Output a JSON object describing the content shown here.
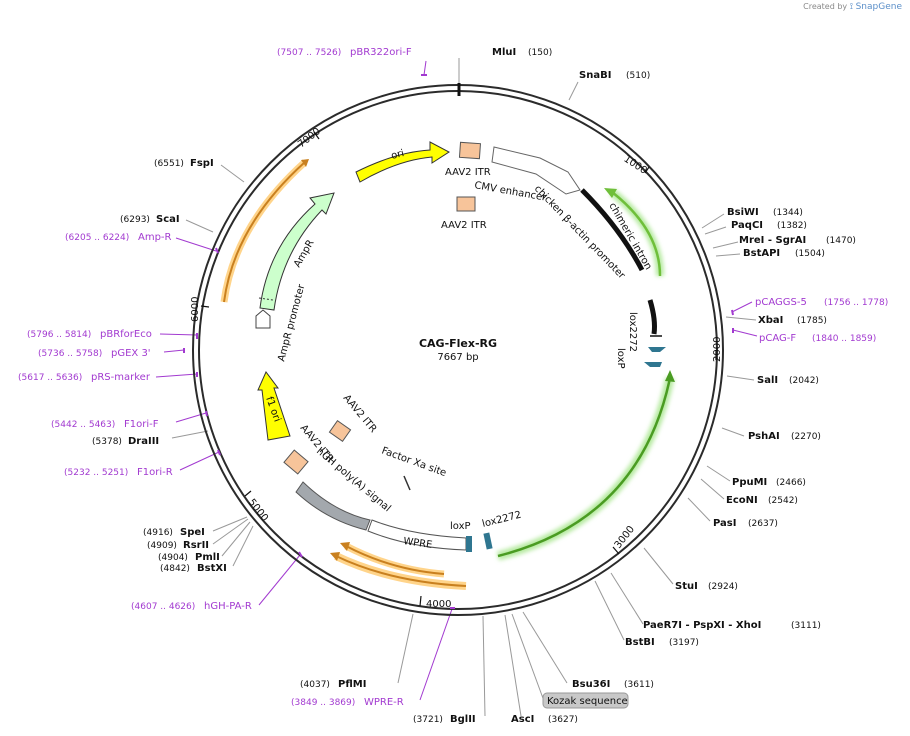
{
  "credit": {
    "prefix": "Created by",
    "brand": "SnapGene"
  },
  "plasmid": {
    "name": "CAG-Flex-RG",
    "length_label": "7667 bp"
  },
  "ticks": [
    "1000",
    "2000",
    "3000",
    "4000",
    "5000",
    "6000",
    "7000"
  ],
  "sites": {
    "MluI": {
      "name": "MluI",
      "pos": "(150)"
    },
    "SnaBI": {
      "name": "SnaBI",
      "pos": "(510)"
    },
    "FspI": {
      "name": "FspI",
      "pos": "(6551)"
    },
    "ScaI": {
      "name": "ScaI",
      "pos": "(6293)"
    },
    "BsiWI": {
      "name": "BsiWI",
      "pos": "(1344)"
    },
    "PaqCI": {
      "name": "PaqCI",
      "pos": "(1382)"
    },
    "MreI": {
      "name": "MreI  - SgrAI",
      "pos": "(1470)"
    },
    "BstAPI": {
      "name": "BstAPI",
      "pos": "(1504)"
    },
    "XbaI": {
      "name": "XbaI",
      "pos": "(1785)"
    },
    "SalI": {
      "name": "SalI",
      "pos": "(2042)"
    },
    "PshAI": {
      "name": "PshAI",
      "pos": "(2270)"
    },
    "PpuMI": {
      "name": "PpuMI",
      "pos": "(2466)"
    },
    "EcoNI": {
      "name": "EcoNI",
      "pos": "(2542)"
    },
    "PasI": {
      "name": "PasI",
      "pos": "(2637)"
    },
    "StuI": {
      "name": "StuI",
      "pos": "(2924)"
    },
    "PaeR7I": {
      "name": "PaeR7I  - PspXI  - XhoI",
      "pos": "(3111)"
    },
    "BstBI": {
      "name": "BstBI",
      "pos": "(3197)"
    },
    "Bsu36I": {
      "name": "Bsu36I",
      "pos": "(3611)"
    },
    "AscI": {
      "name": "AscI",
      "pos": "(3627)"
    },
    "BglII": {
      "name": "BglII",
      "pos": "(3721)"
    },
    "PflMI": {
      "name": "PflMI",
      "pos": "(4037)"
    },
    "DraIII": {
      "name": "DraIII",
      "pos": "(5378)"
    },
    "SpeI": {
      "name": "SpeI",
      "pos": "(4916)"
    },
    "RsrII": {
      "name": "RsrII",
      "pos": "(4909)"
    },
    "PmlI": {
      "name": "PmlI",
      "pos": "(4904)"
    },
    "BstXI": {
      "name": "BstXI",
      "pos": "(4842)"
    }
  },
  "primers": {
    "pBR322ori": {
      "name": "pBR322ori-F",
      "range": "(7507 .. 7526)"
    },
    "AmpR": {
      "name": "Amp-R",
      "range": "(6205 .. 6224)"
    },
    "pBRforEco": {
      "name": "pBRforEco",
      "range": "(5796 .. 5814)"
    },
    "pGEX3": {
      "name": "pGEX 3'",
      "range": "(5736 .. 5758)"
    },
    "pRSmarker": {
      "name": "pRS-marker",
      "range": "(5617 .. 5636)"
    },
    "F1oriF": {
      "name": "F1ori-F",
      "range": "(5442 .. 5463)"
    },
    "F1oriR": {
      "name": "F1ori-R",
      "range": "(5232 .. 5251)"
    },
    "hGHPAR": {
      "name": "hGH-PA-R",
      "range": "(4607 .. 4626)"
    },
    "WPRER": {
      "name": "WPRE-R",
      "range": "(3849 .. 3869)"
    },
    "pCAGGS5": {
      "name": "pCAGGS-5",
      "range": "(1756 .. 1778)"
    },
    "pCAGF": {
      "name": "pCAG-F",
      "range": "(1840 .. 1859)"
    }
  },
  "features": {
    "aav2_itr_top": "AAV2 ITR",
    "cmv_enhancer": "CMV enhancer",
    "aav2_itr_inner": "AAV2 ITR",
    "chicken_promoter": "chicken β-actin promoter",
    "chimeric_intron": "chimeric intron",
    "lox2272_right": "lox2272",
    "loxP_right": "loxP",
    "ori": "ori",
    "ampr": "AmpR",
    "ampr_promoter": "AmpR promoter",
    "f1_ori": "f1 ori",
    "aav2_itr_lower_inner": "AAV2 ITR",
    "aav2_itr_lower_outer": "AAV2 ITR",
    "factor_xa": "Factor Xa site",
    "hgh_polya": "hGH poly(A) signal",
    "wpre": "WPRE",
    "loxP_bottom": "loxP",
    "lox2272_bottom": "lox2272",
    "kozak": "Kozak sequence"
  },
  "colors": {
    "backbone": "#2b2b2b",
    "primer": "#a23ad0",
    "ori": "#ffff00",
    "ampr": "#ccffcc",
    "itr": "#f7c49a",
    "polya": "#a3a8ad",
    "orf_orange": "#f4a62a",
    "orf_green": "#8fd24a",
    "lox": "#2f7690"
  }
}
